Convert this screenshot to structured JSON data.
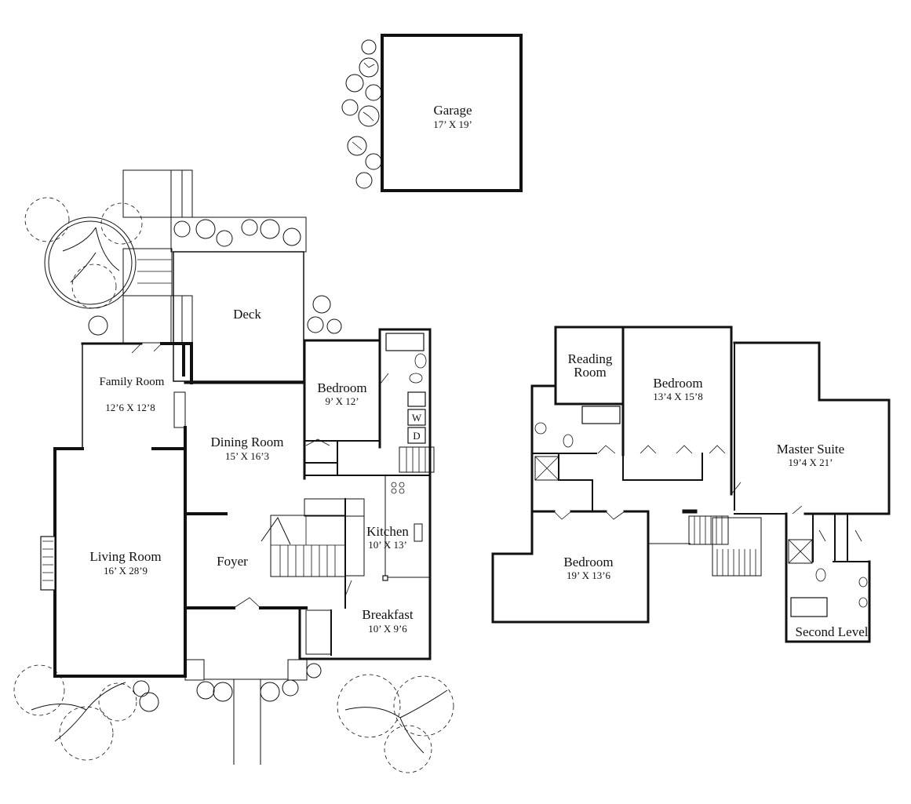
{
  "rooms": {
    "garage": {
      "name": "Garage",
      "dims": "17’ X 19’"
    },
    "deck": {
      "name": "Deck"
    },
    "family_room": {
      "name": "Family Room",
      "dims": "12’6 X 12’8"
    },
    "dining_room": {
      "name": "Dining Room",
      "dims": "15’ X 16’3"
    },
    "bedroom_first": {
      "name": "Bedroom",
      "dims": "9’ X 12’"
    },
    "living_room": {
      "name": "Living Room",
      "dims": "16’ X 28’9"
    },
    "foyer": {
      "name": "Foyer"
    },
    "kitchen": {
      "name": "Kitchen",
      "dims": "10’ X 13’"
    },
    "breakfast": {
      "name": "Breakfast",
      "dims": "10’ X 9’6"
    },
    "reading_room": {
      "name_line1": "Reading",
      "name_line2": "Room"
    },
    "bedroom_upper": {
      "name": "Bedroom",
      "dims": "13’4 X 15’8"
    },
    "master_suite": {
      "name": "Master Suite",
      "dims": "19’4 X 21’"
    },
    "bedroom_lower": {
      "name": "Bedroom",
      "dims": "19’ X 13’6"
    }
  },
  "appliances": {
    "washer": "W",
    "dryer": "D"
  },
  "level_label": "Second Level",
  "colors": {
    "line": "#111111",
    "background": "#ffffff"
  }
}
